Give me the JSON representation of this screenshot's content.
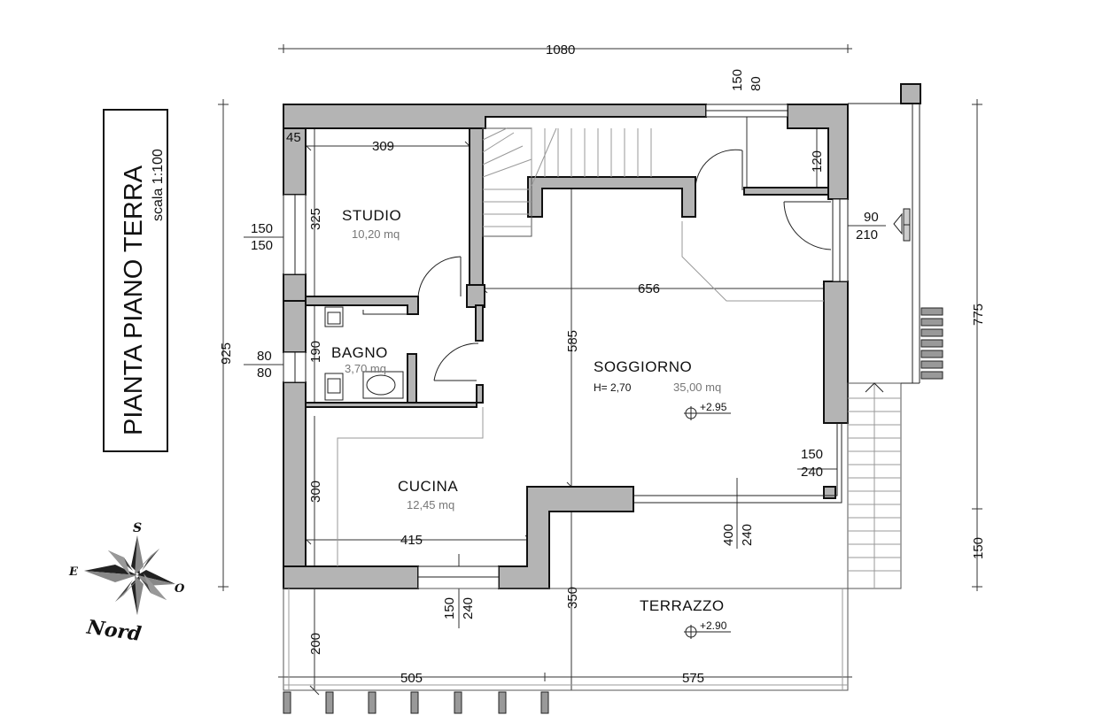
{
  "title": {
    "main": "PIANTA PIANO TERRA",
    "scale": "scala 1:100"
  },
  "compass": {
    "north_label": "Nord",
    "s": "S",
    "e": "E",
    "o": "O"
  },
  "rooms": {
    "studio": {
      "name": "STUDIO",
      "area": "10,20 mq"
    },
    "bagno": {
      "name": "BAGNO",
      "area": "3,70 mq"
    },
    "soggiorno": {
      "name": "SOGGIORNO",
      "height": "H= 2,70",
      "area": "35,00 mq"
    },
    "cucina": {
      "name": "CUCINA",
      "area": "12,45 mq"
    },
    "terrazzo": {
      "name": "TERRAZZO"
    }
  },
  "levels": {
    "soggiorno": "+2.95",
    "terrazzo": "+2.90"
  },
  "dimensions": {
    "total_width": "1080",
    "total_height": "925",
    "right_upper": "775",
    "right_lower": "150",
    "wall_45": "45",
    "studio_width": "309",
    "studio_height": "325",
    "soggiorno_width": "656",
    "soggiorno_height": "585",
    "bagno_height": "190",
    "cucina_height": "300",
    "cucina_width": "415",
    "terrace_left": "505",
    "terrace_right": "575",
    "terrace_depth_left": "200",
    "terrace_depth_mid": "350",
    "win_top_a": "150",
    "win_top_b": "80",
    "win_top_depth": "120",
    "studio_win_a": "150",
    "studio_win_b": "150",
    "bagno_win_a": "80",
    "bagno_win_b": "80",
    "door_right_a": "90",
    "door_right_b": "210",
    "right_open_a": "150",
    "right_open_b": "240",
    "bottom_win_a": "150",
    "bottom_win_b": "240",
    "terrace_open_a": "400",
    "terrace_open_b": "240"
  }
}
